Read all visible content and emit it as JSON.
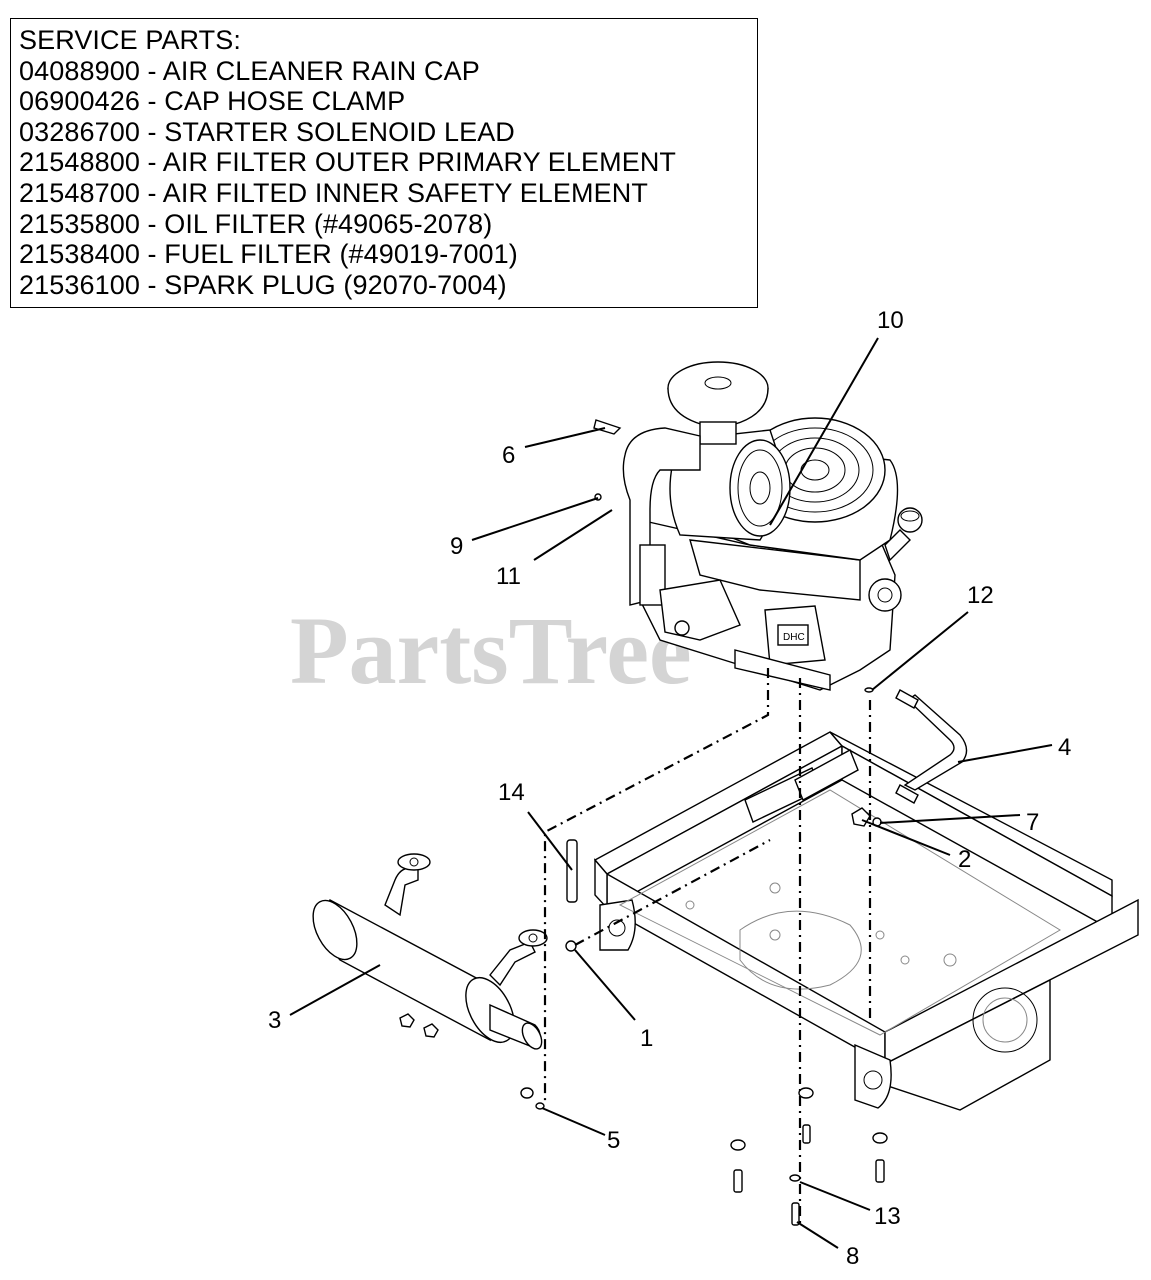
{
  "service_parts": {
    "heading": "SERVICE PARTS:",
    "items": [
      "04088900 - AIR CLEANER RAIN CAP",
      "06900426 - CAP HOSE CLAMP",
      "03286700 - STARTER SOLENOID LEAD",
      "21548800 - AIR FILTER OUTER PRIMARY ELEMENT",
      "21548700 - AIR FILTED INNER SAFETY ELEMENT",
      "21535800 - OIL FILTER (#49065-2078)",
      "21538400 - FUEL FILTER (#49019-7001)",
      "21536100 - SPARK PLUG (92070-7004)"
    ]
  },
  "watermark": "PartsTree",
  "callouts": {
    "c1": "1",
    "c2": "2",
    "c3": "3",
    "c4": "4",
    "c5": "5",
    "c6": "6",
    "c7": "7",
    "c8": "8",
    "c9": "9",
    "c10": "10",
    "c11": "11",
    "c12": "12",
    "c13": "13",
    "c14": "14"
  },
  "engine_badge": "DHC"
}
